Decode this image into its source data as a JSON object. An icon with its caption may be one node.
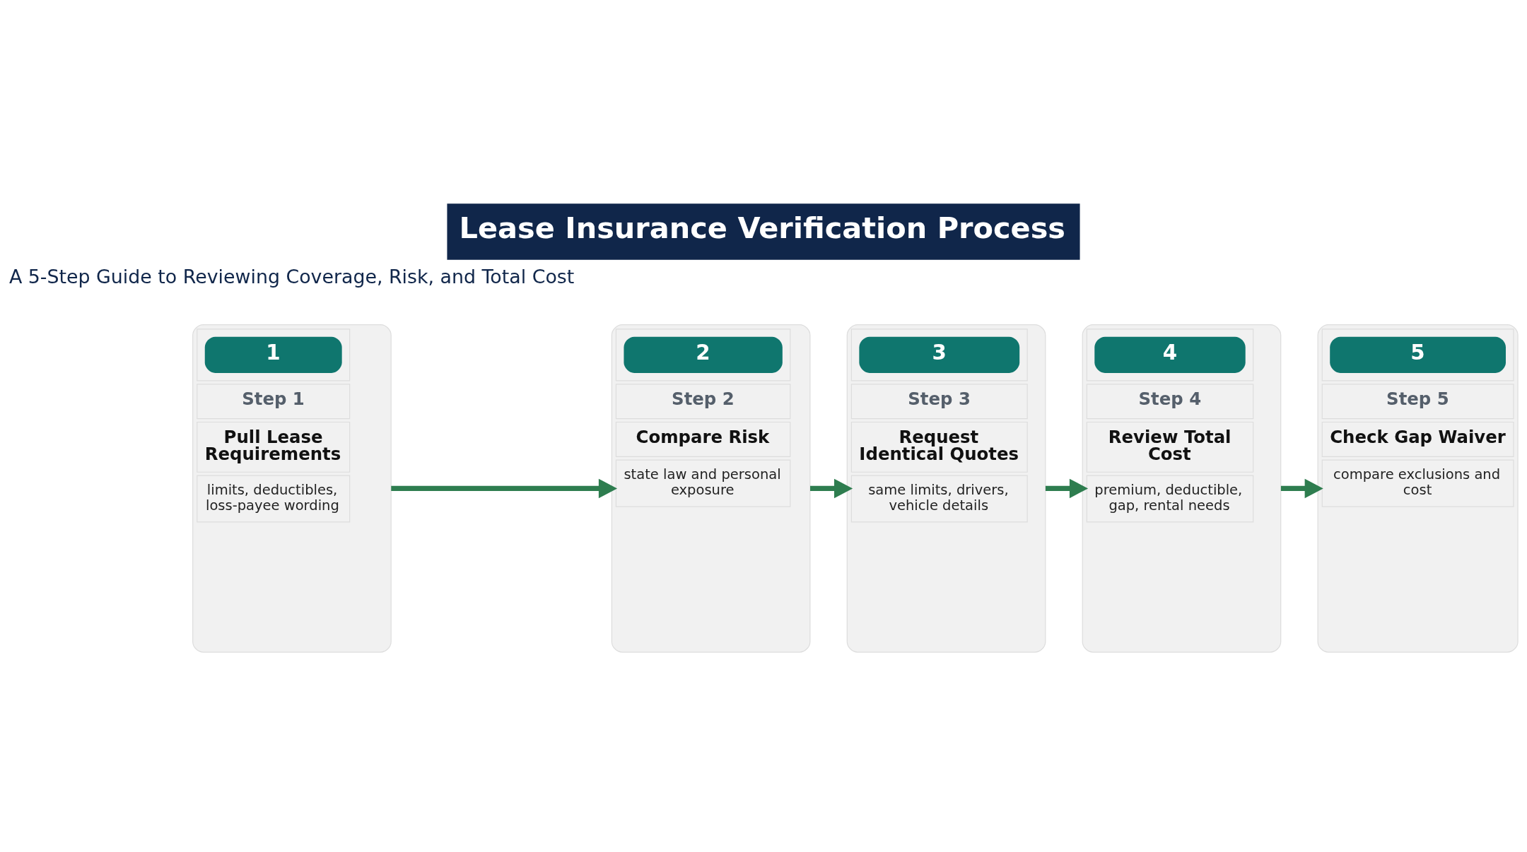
{
  "diagram": {
    "title": "Lease Insurance Verification Process",
    "nodes": [
      {
        "text": [
          "1",
          "Step 1",
          "Pull Lease Requirements",
          "limits, deductibles, loss-payee wording"
        ]
      },
      {
        "text": [
          "2",
          "Step 2",
          "Compare Risk",
          "state law and personal exposure"
        ]
      },
      {
        "text": [
          "3",
          "Step 3",
          "Request Identical Quotes",
          "same limits, drivers, vehicle details"
        ]
      },
      {
        "text": [
          "4",
          "Step 4",
          "Review Total Cost",
          "premium, deductible, gap, rental needs"
        ]
      },
      {
        "text": [
          "5",
          "Step 5",
          "Check Gap Waiver",
          "compare exclusions and cost"
        ]
      }
    ],
    "edges": [
      {
        "from": 0,
        "to": 1,
        "arrow": "to"
      },
      {
        "from": 1,
        "to": 2,
        "arrow": "to"
      },
      {
        "from": 2,
        "to": 3,
        "arrow": "to"
      },
      {
        "from": 3,
        "to": 4,
        "arrow": "to"
      }
    ],
    "labels": [
      "A 5-Step Guide to Reviewing Coverage, Risk, and Total Cost"
    ]
  }
}
